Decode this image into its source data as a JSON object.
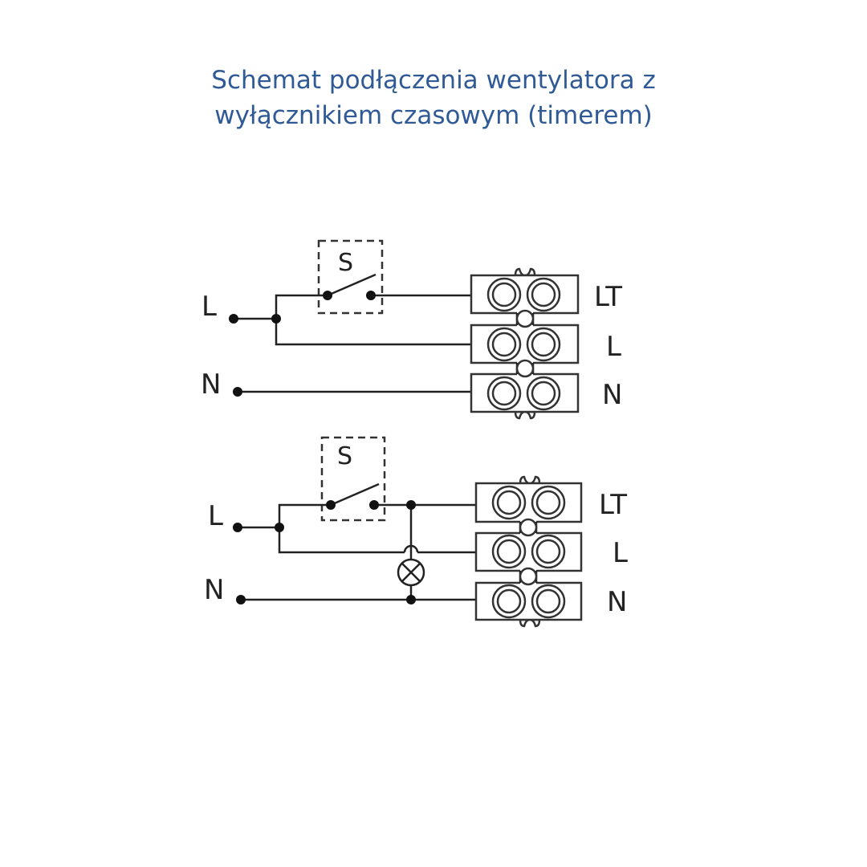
{
  "title": {
    "line1": "Schemat podłączenia wentylatora z",
    "line2": "wyłącznikiem czasowym (timerem)"
  },
  "diagram_top": {
    "input_labels": {
      "live": "L",
      "neutral": "N"
    },
    "switch_label": "S",
    "terminal_labels": [
      "LT",
      "L",
      "N"
    ]
  },
  "diagram_bottom": {
    "input_labels": {
      "live": "L",
      "neutral": "N"
    },
    "switch_label": "S",
    "terminal_labels": [
      "LT",
      "L",
      "N"
    ]
  }
}
